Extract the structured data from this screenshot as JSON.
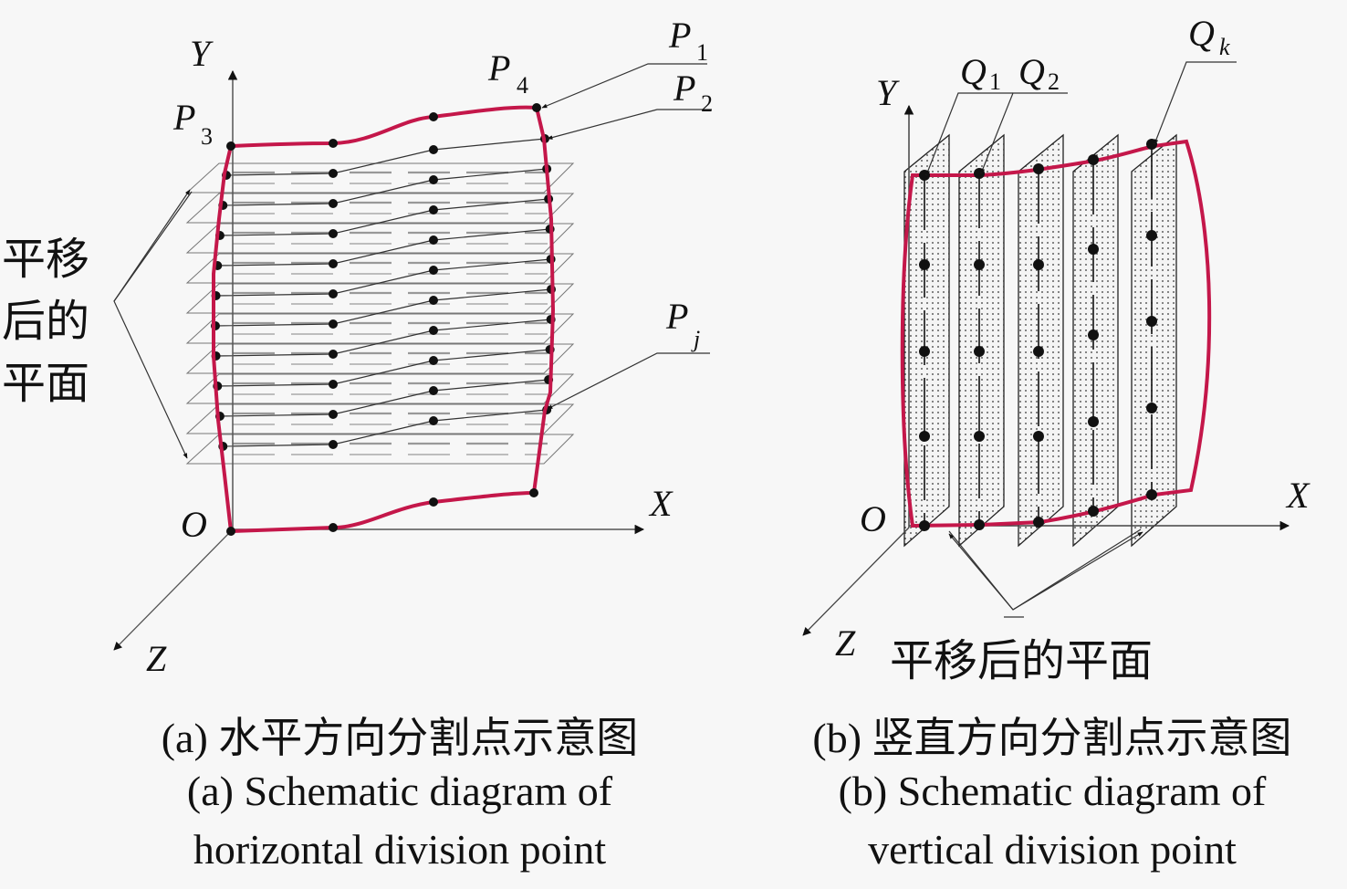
{
  "colors": {
    "background": "#f7f7f7",
    "boundary_curve": "#c4174a",
    "lines": "#222222",
    "dashed_lines": "#888888",
    "points": "#111111"
  },
  "panel_a": {
    "axes": {
      "x": "X",
      "y": "Y",
      "z": "Z",
      "origin": "O"
    },
    "labels": [
      {
        "id": "P1",
        "base": "P",
        "sub": "1"
      },
      {
        "id": "P2",
        "base": "P",
        "sub": "2"
      },
      {
        "id": "P3",
        "base": "P",
        "sub": "3"
      },
      {
        "id": "P4",
        "base": "P",
        "sub": "4"
      },
      {
        "id": "Pj",
        "base": "P",
        "sub": "j"
      }
    ],
    "translated_plane_label": [
      "平移",
      "后的",
      "平面"
    ],
    "plane_count": 10,
    "caption_cn": "(a) 水平方向分割点示意图",
    "caption_en_line1": "(a) Schematic diagram of",
    "caption_en_line2": "horizontal division point"
  },
  "panel_b": {
    "axes": {
      "x": "X",
      "y": "Y",
      "z": "Z",
      "origin": "O"
    },
    "labels": [
      {
        "id": "Q1",
        "base": "Q",
        "sub": "1"
      },
      {
        "id": "Q2",
        "base": "Q",
        "sub": "2"
      },
      {
        "id": "Qk",
        "base": "Q",
        "sub": "k"
      }
    ],
    "translated_plane_label": "平移后的平面",
    "plane_count": 5,
    "caption_cn": "(b) 竖直方向分割点示意图",
    "caption_en_line1": "(b) Schematic diagram of",
    "caption_en_line2": "vertical division point"
  }
}
